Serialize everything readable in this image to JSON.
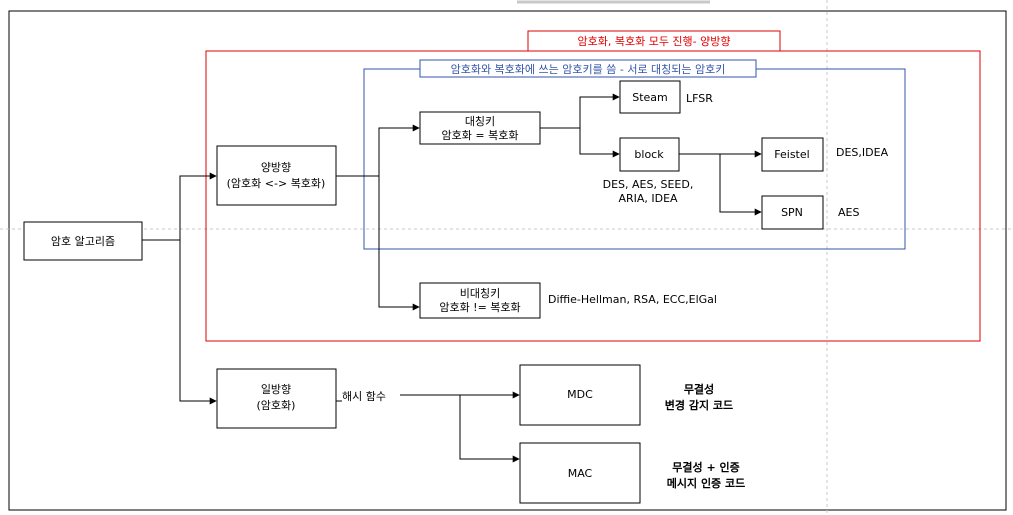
{
  "colors": {
    "red_group": "#e00000",
    "blue_group": "#3355aa",
    "node_stroke": "#000000",
    "guide": "#c8c8c8"
  },
  "groups": {
    "red_label": "암호화, 복호화 모두 진행- 양방향",
    "blue_label": "암호화와 복호화에 쓰는 암호키를 씀 - 서로 대칭되는 암호키"
  },
  "nodes": {
    "root": "암호 알고리즘",
    "bidirectional_line1": "양방향",
    "bidirectional_line2": "(암호화 <-> 복호화)",
    "symmetric_line1": "대칭키",
    "symmetric_line2": "암호화 = 복호화",
    "steam": "Steam",
    "block": "block",
    "feistel": "Feistel",
    "spn": "SPN",
    "asymmetric_line1": "비대칭키",
    "asymmetric_line2": "암호화 != 복호화",
    "oneway_line1": "일방향",
    "oneway_line2": "(암호화)",
    "mdc": "MDC",
    "mac": "MAC"
  },
  "labels": {
    "lfsr": "LFSR",
    "block_algos_line1": "DES, AES, SEED,",
    "block_algos_line2": "ARIA, IDEA",
    "feistel_algos": "DES,IDEA",
    "spn_algos": "AES",
    "asymmetric_algos": "Diffie-Hellman, RSA, ECC,ElGal",
    "hash_function": "해시 함수",
    "mdc_line1": "무결성",
    "mdc_line2": "변경 감지 코드",
    "mac_line1": "무결성 + 인증",
    "mac_line2": "메시지 인증 코드"
  }
}
